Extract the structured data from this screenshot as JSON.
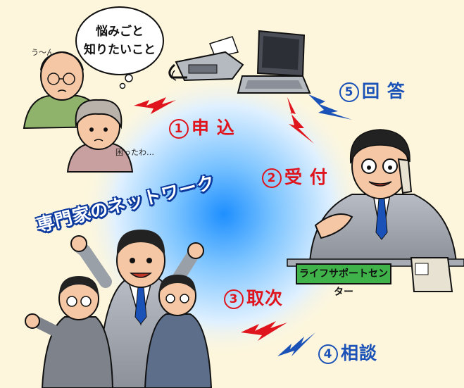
{
  "steps": {
    "s1": {
      "num": "1",
      "label": "申 込"
    },
    "s2": {
      "num": "2",
      "label": "受 付"
    },
    "s3": {
      "num": "3",
      "label": "取次"
    },
    "s4": {
      "num": "4",
      "label": "相談"
    },
    "s5": {
      "num": "5",
      "label": "回 答"
    }
  },
  "thought_bubble": {
    "line1": "悩みごと",
    "line2": "知りたいこと"
  },
  "grandpa_sound": "う〜ん",
  "grandma_words": "困ったわ…",
  "network_label": "専門家のネットワーク",
  "desk_sign": "ライフサポートセンター",
  "colors": {
    "background": "#fdf6dc",
    "glow_center": "#1e90ff",
    "request_red": "#e0141c",
    "reply_blue": "#1b52b8",
    "sign_green": "#3fb34a"
  }
}
